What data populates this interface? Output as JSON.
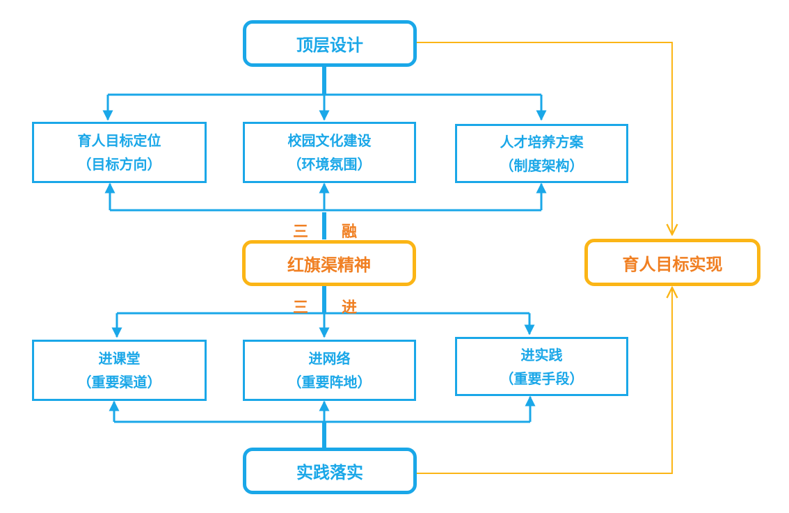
{
  "colors": {
    "blue": "#1aa7e8",
    "gold": "#fbb516",
    "orange": "#f07f22"
  },
  "nodes": {
    "top_design": "顶层设计",
    "top_row": [
      {
        "title": "育人目标定位",
        "sub": "（目标方向）"
      },
      {
        "title": "校园文化建设",
        "sub": "（环境氛围）"
      },
      {
        "title": "人才培养方案",
        "sub": "（制度架构）"
      }
    ],
    "red_flag": "红旗渠精神",
    "bottom_row": [
      {
        "title": "进课堂",
        "sub": "（重要渠道）"
      },
      {
        "title": "进网络",
        "sub": "（重要阵地）"
      },
      {
        "title": "进实践",
        "sub": "（重要手段）"
      }
    ],
    "practice": "实践落实",
    "goal": "育人目标实现"
  },
  "labels": {
    "san_rong": [
      "三",
      "融"
    ],
    "san_jin": [
      "三",
      "进"
    ]
  }
}
